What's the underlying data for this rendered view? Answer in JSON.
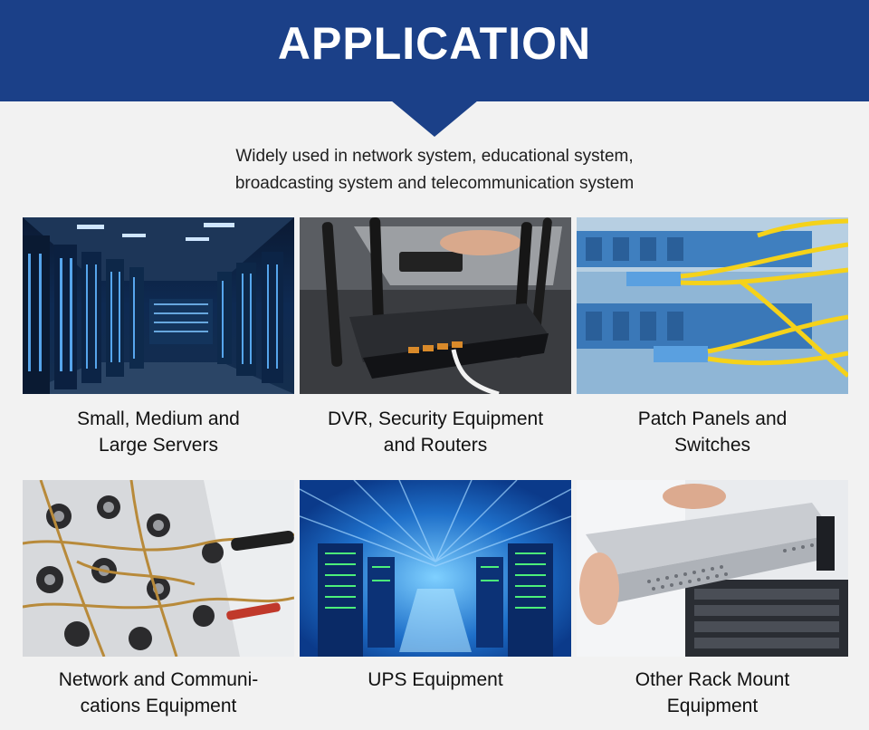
{
  "header": {
    "title": "APPLICATION"
  },
  "intro": {
    "line1": "Widely used in network system, educational system,",
    "line2": "broadcasting system and telecommunication system"
  },
  "applications": [
    {
      "line1": "Small, Medium and",
      "line2": "Large Servers",
      "image": "server-room-photo"
    },
    {
      "line1": "DVR, Security Equipment",
      "line2": "and Routers",
      "image": "router-photo"
    },
    {
      "line1": "Patch Panels and",
      "line2": "Switches",
      "image": "patch-panel-photo"
    },
    {
      "line1": "Network and Communi-",
      "line2": "cations Equipment",
      "image": "network-cabling-photo"
    },
    {
      "line1": "UPS Equipment",
      "line2": "",
      "image": "ups-datacenter-photo"
    },
    {
      "line1": "Other Rack Mount",
      "line2": "Equipment",
      "image": "rack-mount-photo"
    }
  ],
  "colors": {
    "banner": "#1b4088",
    "background": "#f2f2f2",
    "text": "#111111"
  }
}
